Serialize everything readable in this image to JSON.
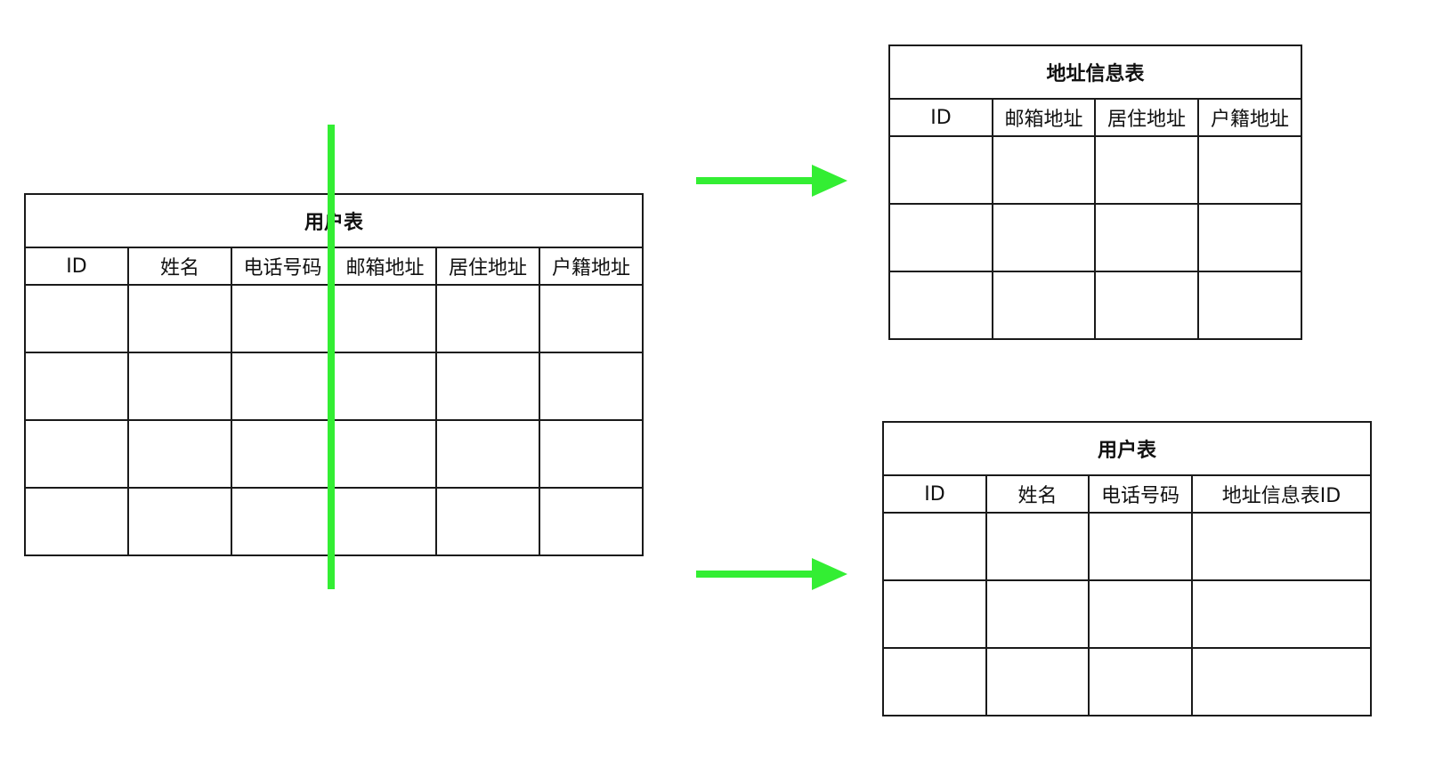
{
  "colors": {
    "accent": "#33ee33",
    "border": "#1a1a1a"
  },
  "tables": {
    "original": {
      "title": "用户表",
      "columns": [
        "ID",
        "姓名",
        "电话号码",
        "邮箱地址",
        "居住地址",
        "户籍地址"
      ],
      "empty_rows": 4
    },
    "address": {
      "title": "地址信息表",
      "columns": [
        "ID",
        "邮箱地址",
        "居住地址",
        "户籍地址"
      ],
      "empty_rows": 3
    },
    "user": {
      "title": "用户表",
      "columns": [
        "ID",
        "姓名",
        "电话号码",
        "地址信息表ID"
      ],
      "empty_rows": 3
    }
  }
}
